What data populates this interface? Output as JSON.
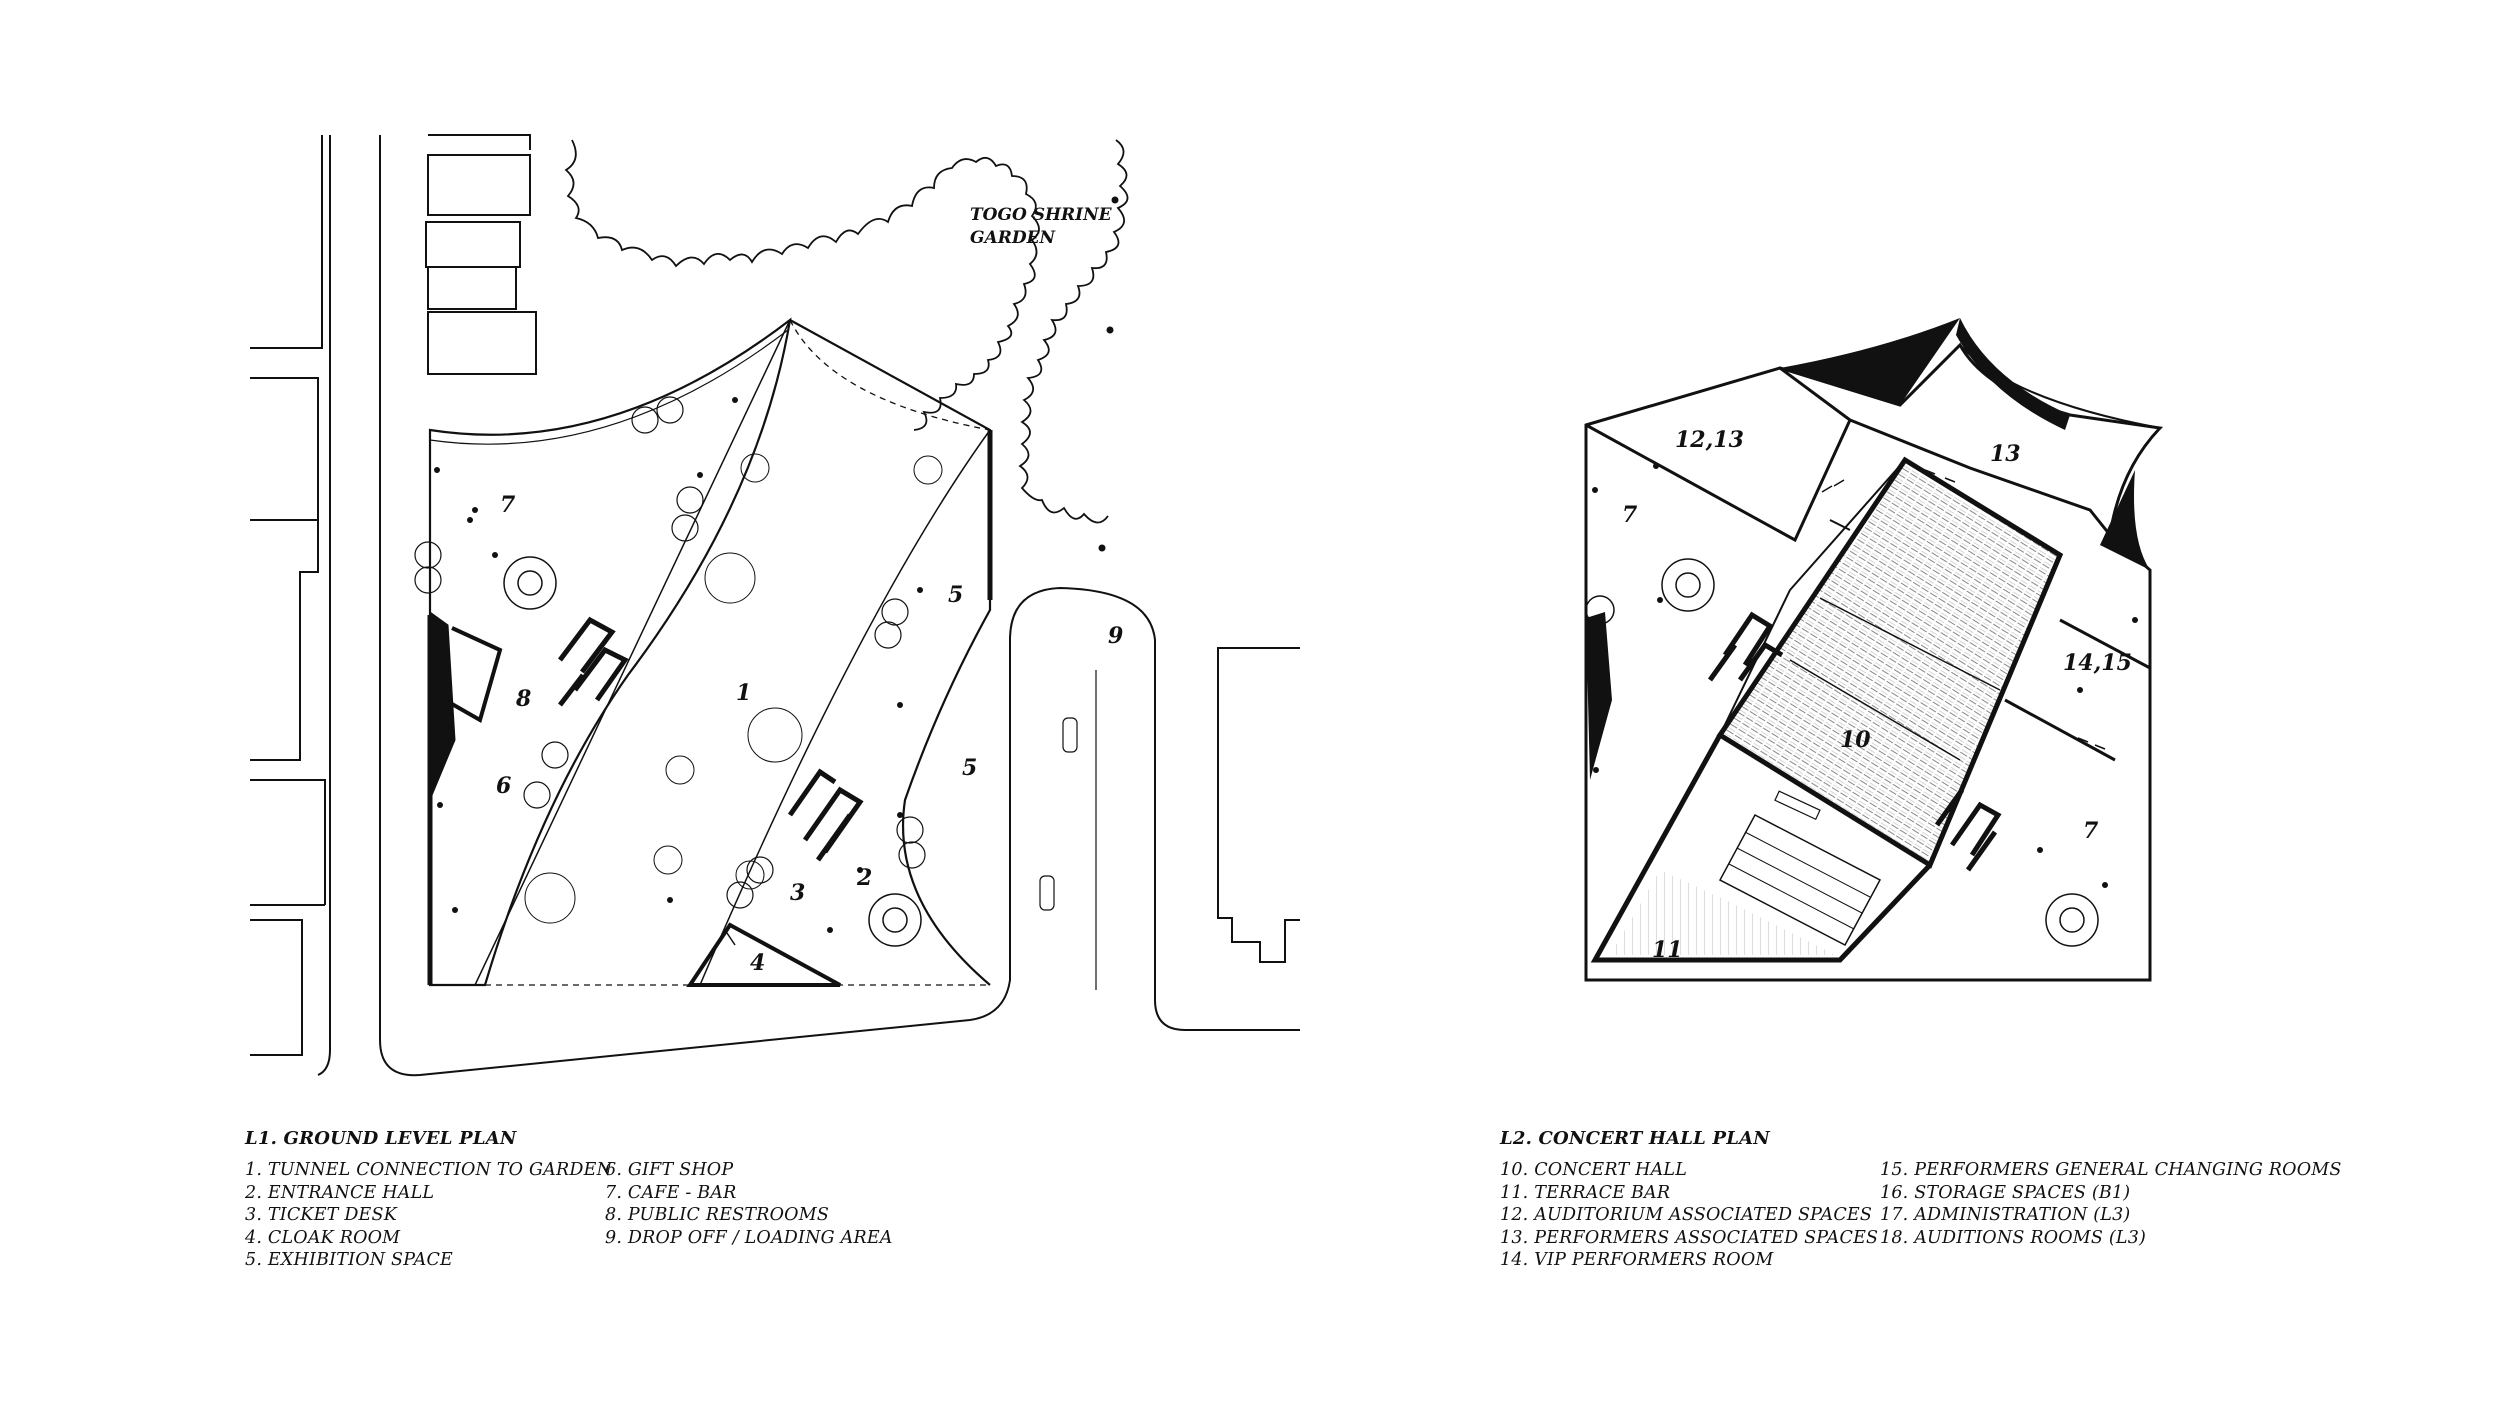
{
  "site": {
    "garden_label_line1": "TOGO SHRINE",
    "garden_label_line2": "GARDEN"
  },
  "plan1": {
    "labels": [
      "1",
      "2",
      "3",
      "4",
      "5",
      "5",
      "6",
      "7",
      "8",
      "9"
    ]
  },
  "plan2": {
    "labels": [
      "12,13",
      "13",
      "7",
      "14,15",
      "10",
      "7",
      "11"
    ]
  },
  "legend1": {
    "title": "L1. GROUND LEVEL PLAN",
    "col1": [
      "1. TUNNEL CONNECTION TO GARDEN",
      "2. ENTRANCE HALL",
      "3. TICKET DESK",
      "4. CLOAK ROOM",
      "5. EXHIBITION SPACE"
    ],
    "col2": [
      "6. GIFT SHOP",
      "7. CAFE - BAR",
      "8. PUBLIC RESTROOMS",
      "9. DROP OFF / LOADING AREA"
    ]
  },
  "legend2": {
    "title": "L2. CONCERT HALL PLAN",
    "col1": [
      "10. CONCERT HALL",
      "11. TERRACE BAR",
      "12. AUDITORIUM ASSOCIATED SPACES",
      "13. PERFORMERS ASSOCIATED SPACES",
      "14. VIP PERFORMERS ROOM"
    ],
    "col2": [
      "15. PERFORMERS GENERAL CHANGING ROOMS",
      "16. STORAGE SPACES (B1)",
      "17. ADMINISTRATION (L3)",
      "18. AUDITIONS ROOMS (L3)"
    ]
  }
}
